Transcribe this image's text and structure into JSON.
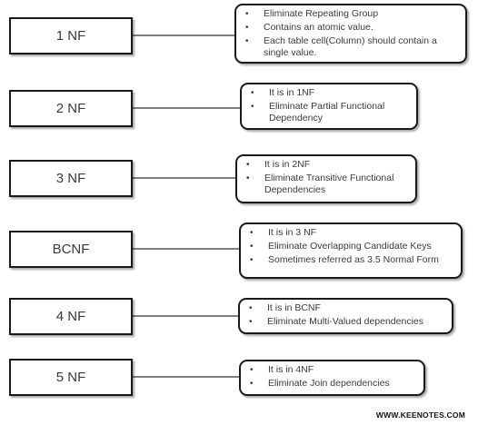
{
  "rows": [
    {
      "label": "1 NF",
      "items": [
        "Eliminate Repeating Group",
        "Contains an atomic value.",
        "Each table cell(Column) should contain a single value."
      ]
    },
    {
      "label": "2 NF",
      "items": [
        "It is in 1NF",
        "Eliminate Partial Functional Dependency"
      ]
    },
    {
      "label": "3 NF",
      "items": [
        "It is in 2NF",
        "Eliminate Transitive  Functional Dependencies"
      ]
    },
    {
      "label": "BCNF",
      "items": [
        "It is in 3 NF",
        "Eliminate Overlapping Candidate Keys",
        "Sometimes  referred as 3.5 Normal Form"
      ]
    },
    {
      "label": "4 NF",
      "items": [
        "It is in BCNF",
        "Eliminate Multi-Valued dependencies"
      ]
    },
    {
      "label": "5 NF",
      "items": [
        "It is in 4NF",
        "Eliminate Join dependencies"
      ]
    }
  ],
  "footer": "WWW.KEENOTES.COM"
}
